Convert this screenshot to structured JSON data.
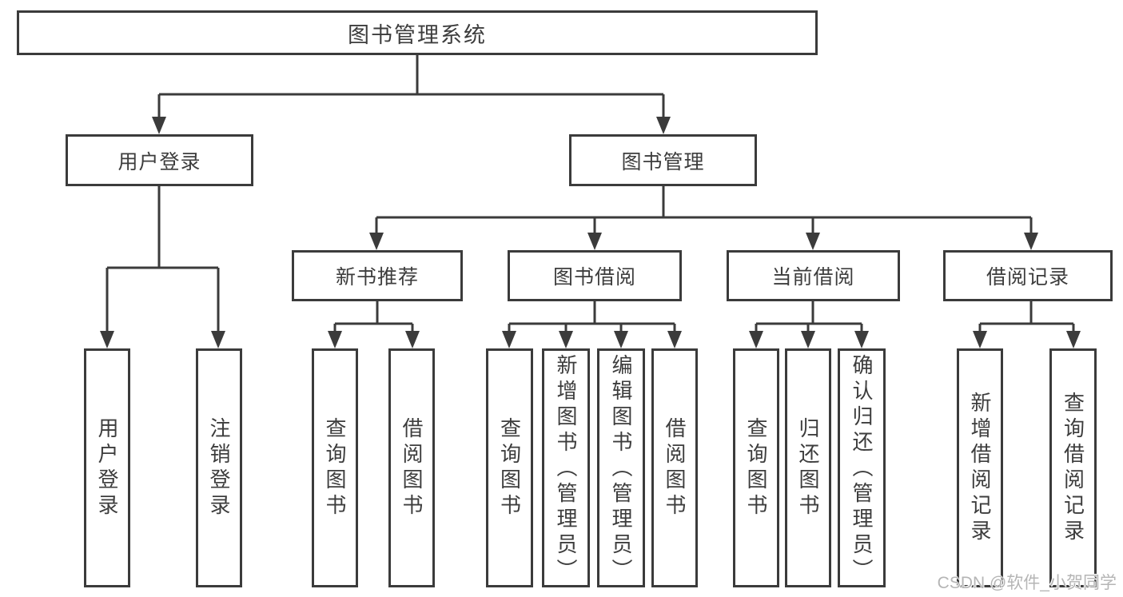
{
  "diagram": {
    "root": "图书管理系统",
    "branches": [
      {
        "label": "用户登录",
        "children": [
          "用户登录",
          "注销登录"
        ]
      },
      {
        "label": "图书管理",
        "sections": [
          {
            "label": "新书推荐",
            "children": [
              "查询图书",
              "借阅图书"
            ]
          },
          {
            "label": "图书借阅",
            "children": [
              "查询图书",
              "新增图书（管理员）",
              "编辑图书（管理员）",
              "借阅图书"
            ]
          },
          {
            "label": "当前借阅",
            "children": [
              "查询图书",
              "归还图书",
              "确认归还（管理员）"
            ]
          },
          {
            "label": "借阅记录",
            "children": [
              "新增借阅记录",
              "查询借阅记录"
            ]
          }
        ]
      }
    ]
  },
  "watermark": {
    "text": "CSDN @软件_小贺同学"
  },
  "colors": {
    "line": "#3b3b3b",
    "text": "#3d3d3d",
    "watermark": "#b5b5b5"
  }
}
